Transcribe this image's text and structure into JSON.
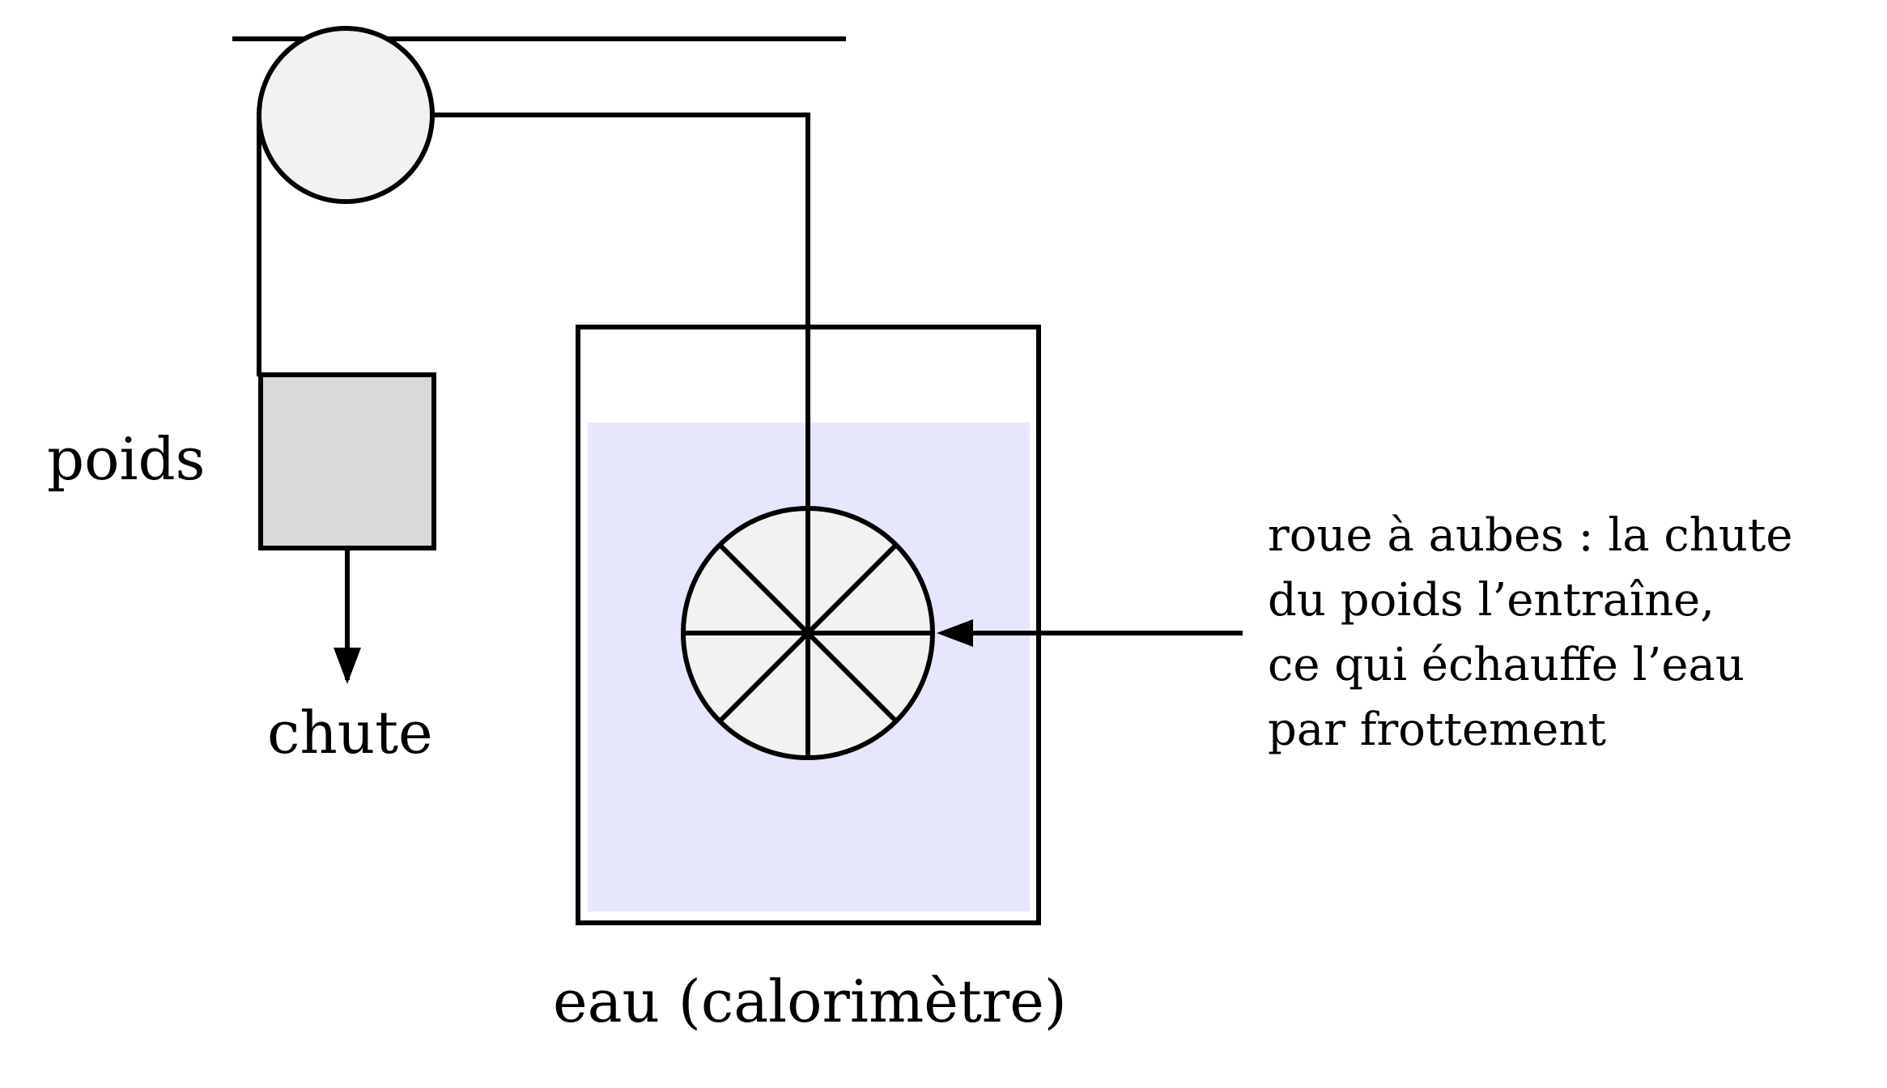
{
  "labels": {
    "weight": "poids",
    "fall": "chute",
    "water": "eau (calorimètre)",
    "note_lines": [
      "roue à aubes : la chute",
      "du poids l’entraîne,",
      "ce qui échauffe l’eau",
      "par frottement"
    ]
  },
  "colors": {
    "stroke": "#000000",
    "pulley_fill": "#f2f2f2",
    "weight_fill": "#d9d9d9",
    "water_fill": "#e6e6fc",
    "wheel_fill": "#f2f2f2"
  }
}
